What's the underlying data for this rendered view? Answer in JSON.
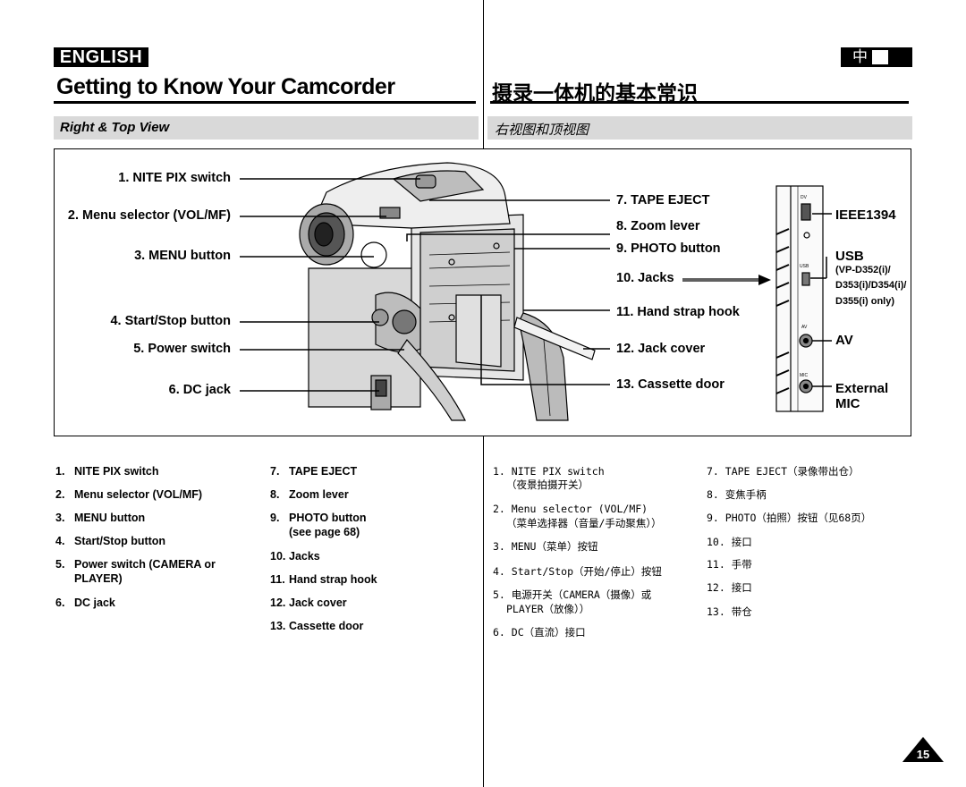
{
  "header": {
    "lang_en": "ENGLISH",
    "lang_zh": "中",
    "title_en": "Getting to Know Your Camcorder",
    "title_zh": "摄录一体机的基本常识",
    "subtitle_en": "Right & Top View",
    "subtitle_zh": "右视图和顶视图"
  },
  "diagram": {
    "left_labels": [
      "1. NITE PIX switch",
      "2. Menu selector (VOL/MF)",
      "3. MENU button",
      "4. Start/Stop button",
      "5. Power switch",
      "6. DC jack"
    ],
    "right_labels": [
      "7. TAPE EJECT",
      "8. Zoom lever",
      "9. PHOTO button",
      "10. Jacks",
      "11. Hand strap hook",
      "12. Jack cover",
      "13. Cassette door"
    ],
    "jacks_panel": {
      "ieee": "IEEE1394",
      "usb": "USB",
      "usb_models": [
        "(VP-D352(i)/",
        "D353(i)/D354(i)/",
        "D355(i) only)"
      ],
      "av": "AV",
      "mic": [
        "External",
        "MIC"
      ],
      "panel_marks": [
        "DV",
        "USB",
        "AV",
        "MIC"
      ]
    }
  },
  "list_en": [
    {
      "num": "1.",
      "text": "NITE PIX switch"
    },
    {
      "num": "2.",
      "text": "Menu selector (VOL/MF)"
    },
    {
      "num": "3.",
      "text": "MENU button"
    },
    {
      "num": "4.",
      "text": "Start/Stop button"
    },
    {
      "num": "5.",
      "text": "Power switch (CAMERA or"
    },
    {
      "num": "",
      "text": "PLAYER)"
    },
    {
      "num": "6.",
      "text": "DC jack"
    },
    {
      "num": "7.",
      "text": "TAPE EJECT"
    },
    {
      "num": "8.",
      "text": "Zoom lever"
    },
    {
      "num": "9.",
      "text": "PHOTO button"
    },
    {
      "num": "",
      "text": "(see page 68)"
    },
    {
      "num": "10.",
      "text": "Jacks"
    },
    {
      "num": "11.",
      "text": "Hand strap hook"
    },
    {
      "num": "12.",
      "text": "Jack cover"
    },
    {
      "num": "13.",
      "text": "Cassette door"
    }
  ],
  "list_zh": [
    "1. NITE PIX switch",
    "（夜景拍摄开关）",
    "2. Menu selector (VOL/MF)",
    "（菜单选择器（音量/手动聚焦））",
    "3. MENU（菜单）按钮",
    "4. Start/Stop（开始/停止）按钮",
    "5. 电源开关（CAMERA（摄像）或",
    "PLAYER（放像））",
    "6. DC（直流）接口",
    "7. TAPE EJECT（录像带出仓）",
    "8. 变焦手柄",
    "9. PHOTO（拍照）按钮（见68页）",
    "10. 接口",
    "11. 手带",
    "12. 接口",
    "13. 带仓"
  ],
  "page_number": "15"
}
